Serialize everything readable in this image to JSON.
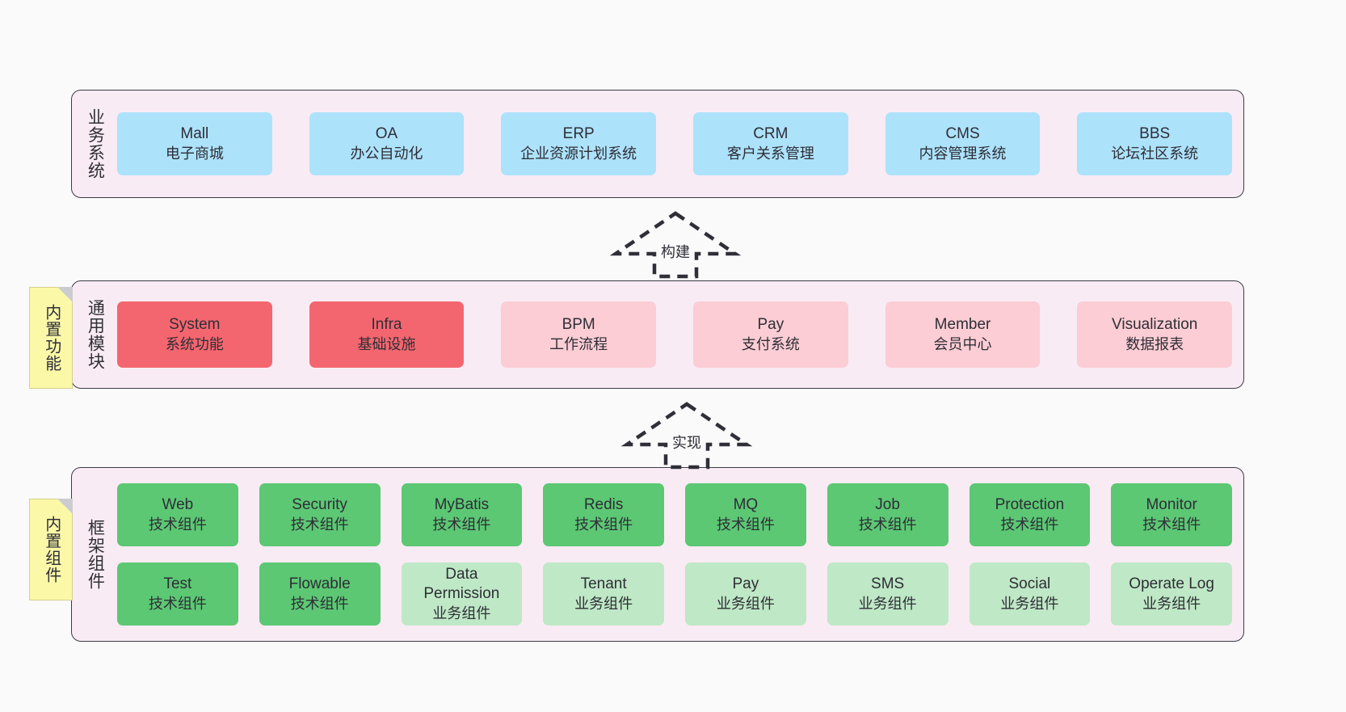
{
  "diagram": {
    "title": "",
    "background": "#fafafa",
    "palette": {
      "panel_fill": "#f9ebf4",
      "panel_border": "#3b3b46",
      "business_node": "#ade2fb",
      "module_primary_node": "#f4666f",
      "module_secondary_node": "#fccdd4",
      "framework_tech_node": "#5cc874",
      "framework_biz_node": "#bfe8c6",
      "note_fill": "#fbf8a8",
      "note_fold": "#ccccd0"
    }
  },
  "layers": [
    {
      "id": "business",
      "label": "业务系统",
      "note": null,
      "rows": [
        {
          "nodes": [
            {
              "en": "Mall",
              "cn": "电子商城",
              "color": "c-blue"
            },
            {
              "en": "OA",
              "cn": "办公自动化",
              "color": "c-blue"
            },
            {
              "en": "ERP",
              "cn": "企业资源计划系统",
              "color": "c-blue"
            },
            {
              "en": "CRM",
              "cn": "客户关系管理",
              "color": "c-blue"
            },
            {
              "en": "CMS",
              "cn": "内容管理系统",
              "color": "c-blue"
            },
            {
              "en": "BBS",
              "cn": "论坛社区系统",
              "color": "c-blue"
            }
          ]
        }
      ]
    },
    {
      "id": "modules",
      "label": "通用模块",
      "note": "内置功能",
      "rows": [
        {
          "nodes": [
            {
              "en": "System",
              "cn": "系统功能",
              "color": "c-red"
            },
            {
              "en": "Infra",
              "cn": "基础设施",
              "color": "c-red"
            },
            {
              "en": "BPM",
              "cn": "工作流程",
              "color": "c-pink"
            },
            {
              "en": "Pay",
              "cn": "支付系统",
              "color": "c-pink"
            },
            {
              "en": "Member",
              "cn": "会员中心",
              "color": "c-pink"
            },
            {
              "en": "Visualization",
              "cn": "数据报表",
              "color": "c-pink"
            }
          ]
        }
      ]
    },
    {
      "id": "framework",
      "label": "框架组件",
      "note": "内置组件",
      "rows": [
        {
          "nodes": [
            {
              "en": "Web",
              "cn": "技术组件",
              "color": "c-green"
            },
            {
              "en": "Security",
              "cn": "技术组件",
              "color": "c-green"
            },
            {
              "en": "MyBatis",
              "cn": "技术组件",
              "color": "c-green"
            },
            {
              "en": "Redis",
              "cn": "技术组件",
              "color": "c-green"
            },
            {
              "en": "MQ",
              "cn": "技术组件",
              "color": "c-green"
            },
            {
              "en": "Job",
              "cn": "技术组件",
              "color": "c-green"
            },
            {
              "en": "Protection",
              "cn": "技术组件",
              "color": "c-green"
            },
            {
              "en": "Monitor",
              "cn": "技术组件",
              "color": "c-green"
            }
          ]
        },
        {
          "nodes": [
            {
              "en": "Test",
              "cn": "技术组件",
              "color": "c-green"
            },
            {
              "en": "Flowable",
              "cn": "技术组件",
              "color": "c-green"
            },
            {
              "en": "Data Permission",
              "cn": "业务组件",
              "color": "c-lightgreen"
            },
            {
              "en": "Tenant",
              "cn": "业务组件",
              "color": "c-lightgreen"
            },
            {
              "en": "Pay",
              "cn": "业务组件",
              "color": "c-lightgreen"
            },
            {
              "en": "SMS",
              "cn": "业务组件",
              "color": "c-lightgreen"
            },
            {
              "en": "Social",
              "cn": "业务组件",
              "color": "c-lightgreen"
            },
            {
              "en": "Operate Log",
              "cn": "业务组件",
              "color": "c-lightgreen"
            }
          ]
        }
      ]
    }
  ],
  "connectors": [
    {
      "id": "build",
      "label": "构建",
      "from": "modules",
      "to": "business",
      "style": "dashed-hollow-arrow-up"
    },
    {
      "id": "implement",
      "label": "实现",
      "from": "framework",
      "to": "modules",
      "style": "dashed-hollow-arrow-up"
    }
  ]
}
